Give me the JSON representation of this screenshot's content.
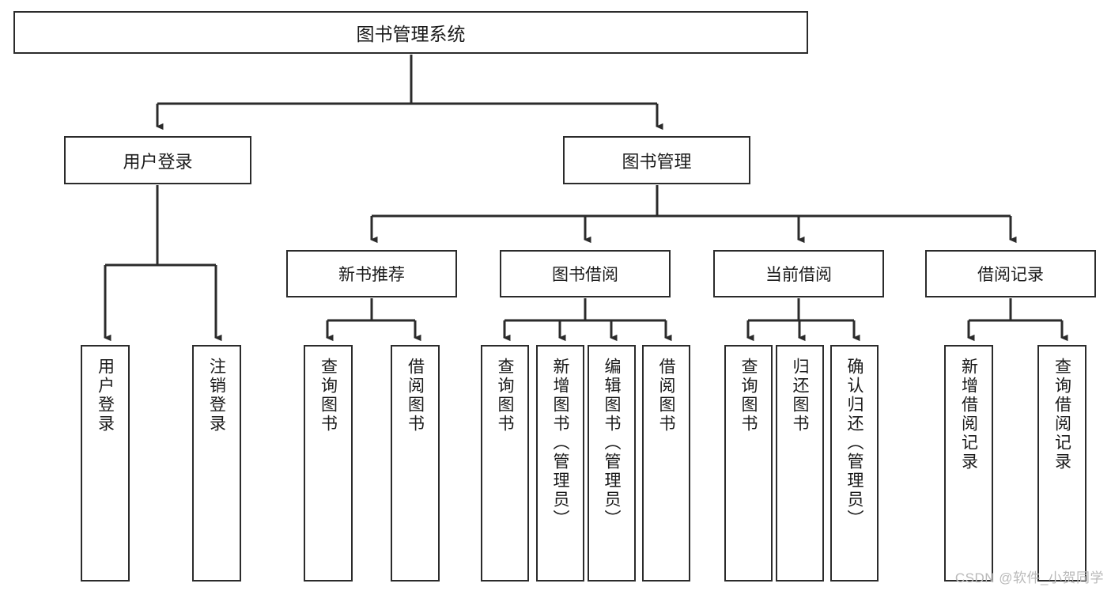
{
  "diagram": {
    "type": "tree",
    "title": "图书管理系统",
    "root": {
      "id": "root",
      "label": "图书管理系统"
    },
    "level2": [
      {
        "id": "user-login",
        "label": "用户登录"
      },
      {
        "id": "book-manage",
        "label": "图书管理"
      }
    ],
    "level3": [
      {
        "id": "new-book-rec",
        "label": "新书推荐",
        "parent": "book-manage"
      },
      {
        "id": "book-borrow",
        "label": "图书借阅",
        "parent": "book-manage"
      },
      {
        "id": "current-borrow",
        "label": "当前借阅",
        "parent": "book-manage"
      },
      {
        "id": "borrow-record",
        "label": "借阅记录",
        "parent": "book-manage"
      }
    ],
    "leaves": {
      "user-login": [
        {
          "id": "leaf-user-login",
          "label": "用户登录"
        },
        {
          "id": "leaf-logout",
          "label": "注销登录"
        }
      ],
      "new-book-rec": [
        {
          "id": "leaf-query-book-1",
          "label": "查询图书"
        },
        {
          "id": "leaf-borrow-book-1",
          "label": "借阅图书"
        }
      ],
      "book-borrow": [
        {
          "id": "leaf-query-book-2",
          "label": "查询图书"
        },
        {
          "id": "leaf-add-book",
          "label": "新增图书（管理员）"
        },
        {
          "id": "leaf-edit-book",
          "label": "编辑图书（管理员）"
        },
        {
          "id": "leaf-borrow-book-2",
          "label": "借阅图书"
        }
      ],
      "current-borrow": [
        {
          "id": "leaf-query-book-3",
          "label": "查询图书"
        },
        {
          "id": "leaf-return-book",
          "label": "归还图书"
        },
        {
          "id": "leaf-confirm-return",
          "label": "确认归还（管理员）"
        }
      ],
      "borrow-record": [
        {
          "id": "leaf-add-record",
          "label": "新增借阅记录"
        },
        {
          "id": "leaf-query-record",
          "label": "查询借阅记录"
        }
      ]
    },
    "watermark": "CSDN @软件_小贺同学",
    "colors": {
      "stroke": "#2b2b2b",
      "fill": "#ffffff",
      "text": "#1a1a1a",
      "watermark": "#b9b9b9"
    }
  }
}
